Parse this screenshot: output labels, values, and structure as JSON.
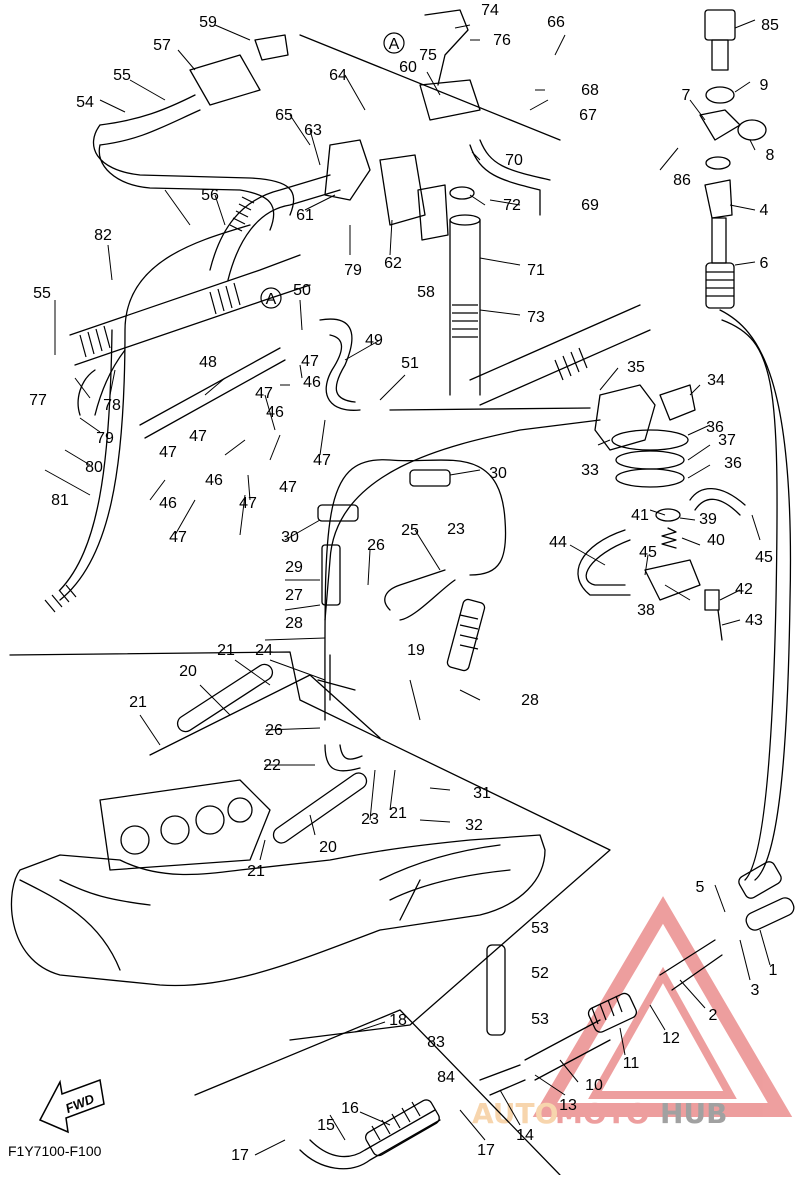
{
  "diagram": {
    "drawing_code": "F1Y7100-F100",
    "fwd_label": "FWD",
    "marker_label": "A",
    "watermark": {
      "part1": "AUTO",
      "part2": "MOTO",
      "part3": "HUB"
    },
    "callouts": [
      "1",
      "2",
      "3",
      "4",
      "5",
      "6",
      "7",
      "8",
      "9",
      "10",
      "11",
      "12",
      "13",
      "14",
      "15",
      "16",
      "17",
      "18",
      "19",
      "20",
      "21",
      "22",
      "23",
      "24",
      "25",
      "26",
      "27",
      "28",
      "29",
      "30",
      "31",
      "32",
      "33",
      "34",
      "35",
      "36",
      "37",
      "38",
      "39",
      "40",
      "41",
      "42",
      "43",
      "44",
      "45",
      "46",
      "47",
      "48",
      "49",
      "50",
      "51",
      "52",
      "53",
      "54",
      "55",
      "56",
      "57",
      "58",
      "59",
      "60",
      "61",
      "62",
      "63",
      "64",
      "65",
      "66",
      "67",
      "68",
      "69",
      "70",
      "71",
      "72",
      "73",
      "74",
      "75",
      "76",
      "77",
      "78",
      "79",
      "80",
      "81",
      "82",
      "83",
      "84",
      "85",
      "86"
    ]
  }
}
